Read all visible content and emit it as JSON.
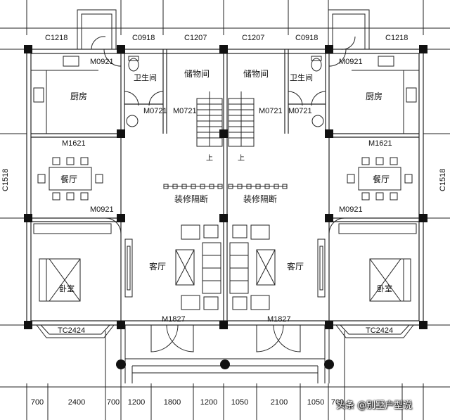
{
  "window_codes": {
    "c1218": "C1218",
    "c0918": "C0918",
    "c1207": "C1207",
    "c1518": "C1518",
    "tc2424": "TC2424"
  },
  "door_codes": {
    "m0921": "M0921",
    "m0721": "M0721",
    "m1621": "M1621",
    "m1827": "M1827"
  },
  "rooms": {
    "kitchen": "厨房",
    "bathroom": "卫生间",
    "storage": "储物间",
    "dining": "餐厅",
    "partition": "装修隔断",
    "living": "客厅",
    "bedroom": "卧室"
  },
  "stairs_up": "上",
  "dimensions": [
    "700",
    "2400",
    "700",
    "1200",
    "1800",
    "1200",
    "1050",
    "2100",
    "1050",
    "700"
  ],
  "watermark": "头条 @别墅户型说"
}
